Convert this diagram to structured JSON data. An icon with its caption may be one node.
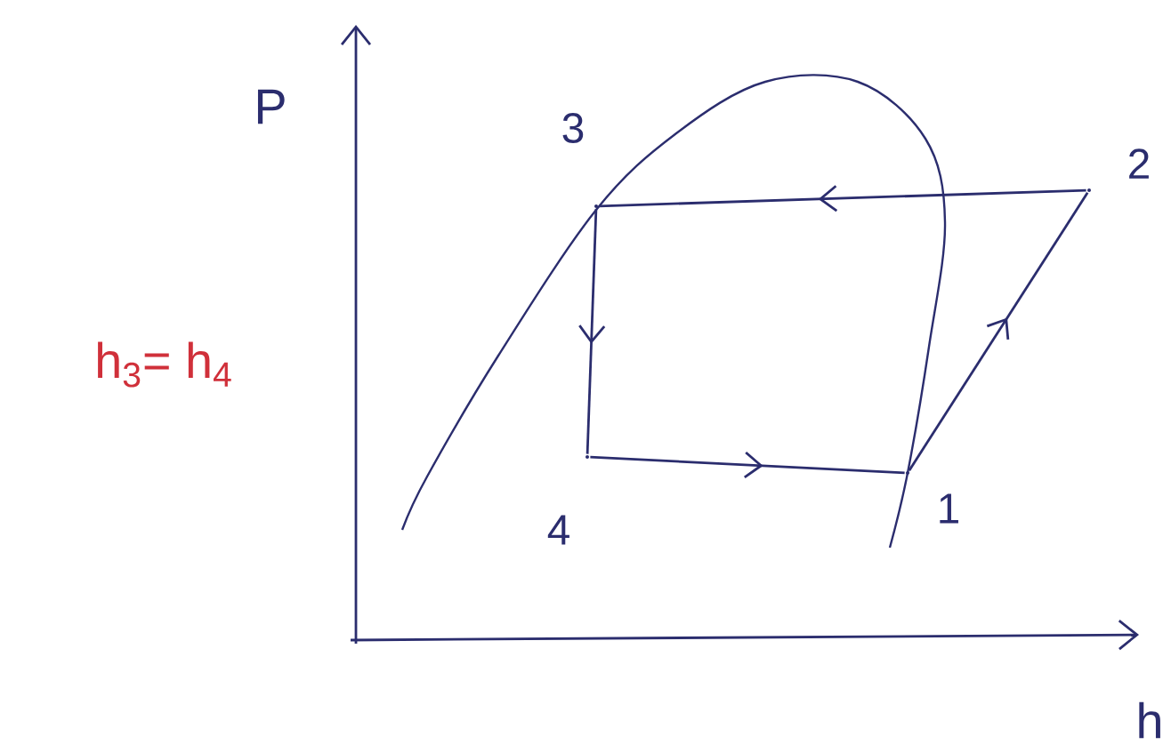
{
  "diagram": {
    "nodes": [
      {
        "text": [],
        "shape": "point",
        "beside": [
          "1"
        ]
      },
      {
        "text": [],
        "shape": "point",
        "beside": [
          "2"
        ]
      },
      {
        "text": [],
        "shape": "point",
        "beside": [
          "3"
        ]
      },
      {
        "text": [],
        "shape": "point",
        "beside": [
          "4"
        ]
      }
    ],
    "edges": [
      {
        "from": 0,
        "to": 1,
        "arrow": "to"
      },
      {
        "from": 1,
        "to": 2,
        "arrow": "to"
      },
      {
        "from": 2,
        "to": 3,
        "arrow": "to"
      },
      {
        "from": 3,
        "to": 0,
        "arrow": "to"
      }
    ],
    "labels": [
      "P",
      "h",
      "h$_{3}$= h$_{4}$"
    ]
  }
}
